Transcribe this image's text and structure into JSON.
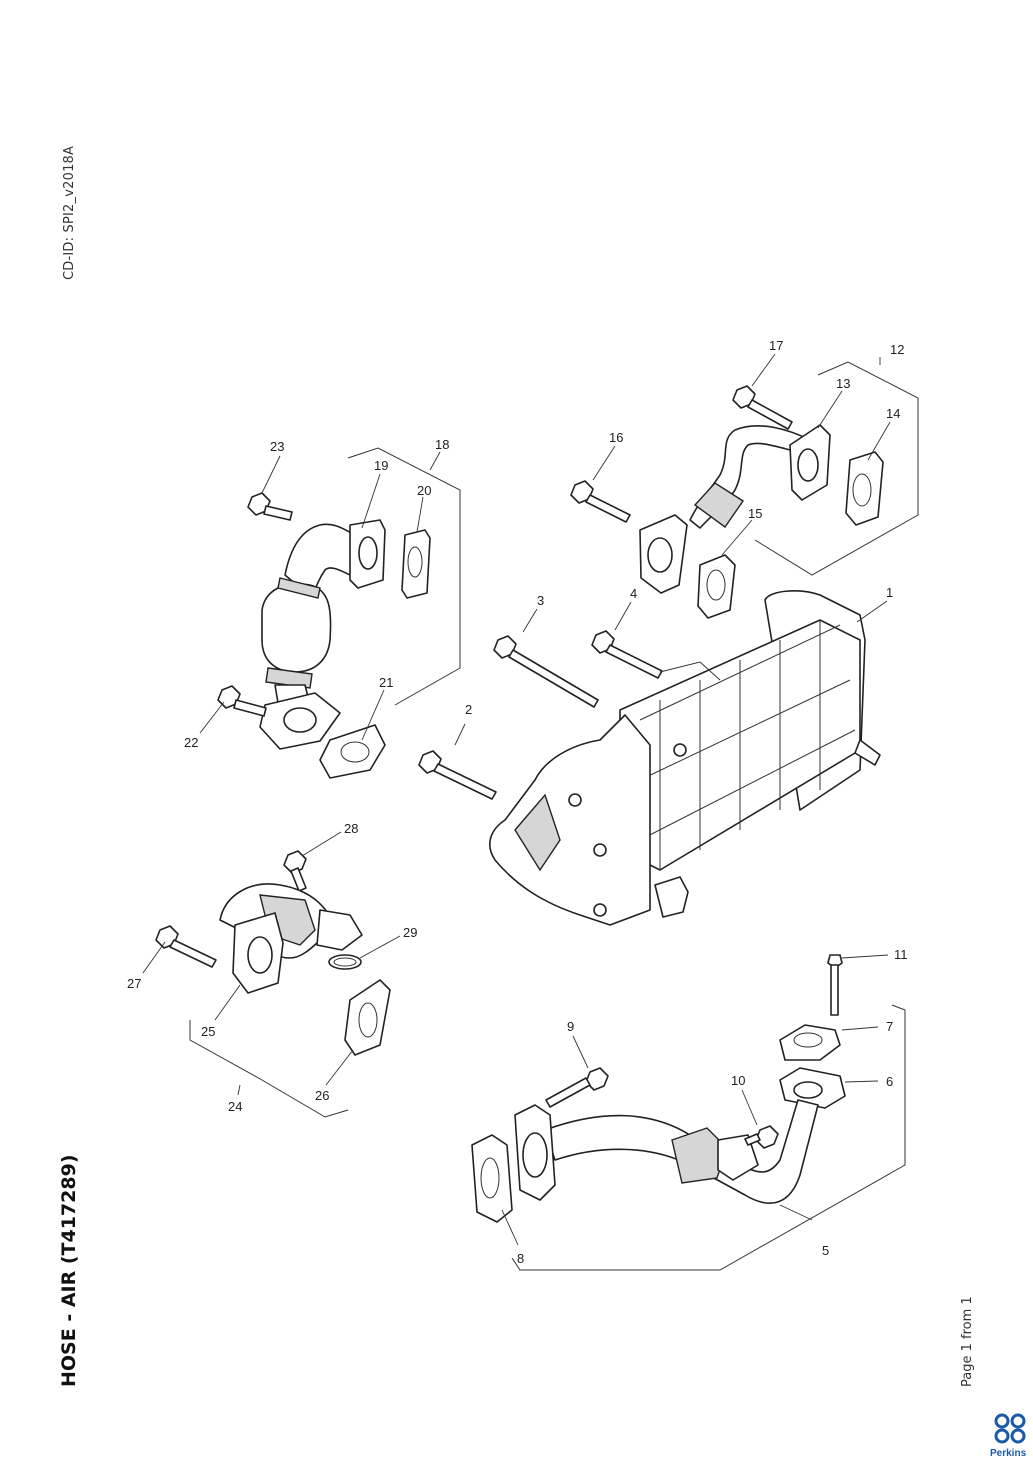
{
  "header": {
    "cd_id": "CD-ID: SPI2_v2018A"
  },
  "title": "HOSE - AIR (T417289)",
  "footer": {
    "page": "Page 1 from 1",
    "brand": "Perkins"
  },
  "colors": {
    "ink": "#222222",
    "brand_blue": "#1a5aa8",
    "paper": "#ffffff"
  },
  "callouts": [
    "1",
    "2",
    "3",
    "4",
    "5",
    "6",
    "7",
    "8",
    "9",
    "10",
    "11",
    "12",
    "13",
    "14",
    "15",
    "16",
    "17",
    "18",
    "19",
    "20",
    "21",
    "22",
    "23",
    "24",
    "25",
    "26",
    "27",
    "28",
    "29"
  ]
}
